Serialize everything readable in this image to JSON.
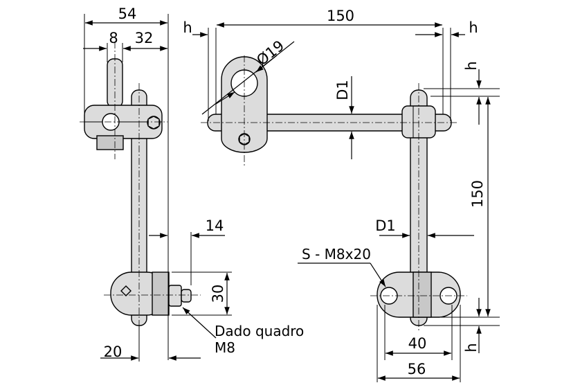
{
  "labels": {
    "d54": "54",
    "d8": "8",
    "d32": "32",
    "d150_top": "150",
    "h_left": "h",
    "h_right": "h",
    "h_right_upper": "h",
    "h_right_lower": "h",
    "dia19": "Ø19",
    "d1_top": "D1",
    "d1_mid": "D1",
    "d150_right": "150",
    "d14": "14",
    "d30": "30",
    "dado_line1": "Dado quadro",
    "dado_line2": "M8",
    "screw": "S - M8x20",
    "d20": "20",
    "d40": "40",
    "d56": "56"
  }
}
